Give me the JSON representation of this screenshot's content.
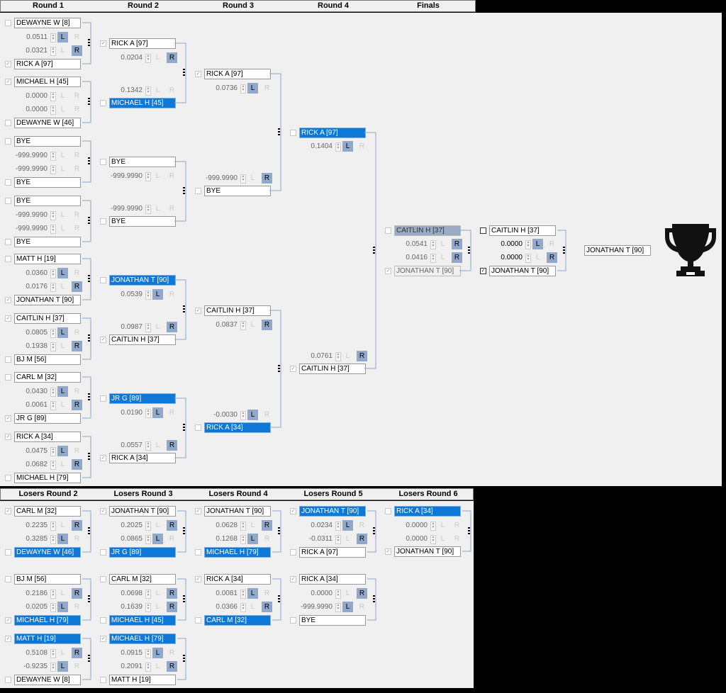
{
  "headers_main": [
    "Round 1",
    "Round 2",
    "Round 3",
    "Round 4",
    "Finals"
  ],
  "headers_losers": [
    "Losers Round 2",
    "Losers Round 3",
    "Losers Round 4",
    "Losers Round 5",
    "Losers Round 6"
  ],
  "champion": "JONATHAN T [90]",
  "trophy_icon": "trophy-icon",
  "colors": {
    "selected": "#0f78d7",
    "button_active": "#8fa8cc",
    "panel": "#f0f0f0"
  },
  "main_bracket": {
    "round1": [
      {
        "top": "DEWAYNE W [8]",
        "bottom": "RICK A [97]",
        "top_score": "0.0511",
        "bottom_score": "0.0321"
      },
      {
        "top": "MICHAEL H [45]",
        "bottom": "DEWAYNE W [46]",
        "top_score": "0.0000",
        "bottom_score": "0.0000"
      },
      {
        "top": "BYE",
        "bottom": "BYE",
        "top_score": "-999.9990",
        "bottom_score": "-999.9990"
      },
      {
        "top": "BYE",
        "bottom": "BYE",
        "top_score": "-999.9990",
        "bottom_score": "-999.9990"
      },
      {
        "top": "MATT H [19]",
        "bottom": "JONATHAN T [90]",
        "top_score": "0.0360",
        "bottom_score": "0.0176"
      },
      {
        "top": "CAITLIN H [37]",
        "bottom": "BJ M [56]",
        "top_score": "0.0805",
        "bottom_score": "0.1938"
      },
      {
        "top": "CARL M [32]",
        "bottom": "JR G [89]",
        "top_score": "0.0430",
        "bottom_score": "0.0061"
      },
      {
        "top": "RICK A [34]",
        "bottom": "MICHAEL H [79]",
        "top_score": "0.0475",
        "bottom_score": "0.0682"
      }
    ],
    "round2": [
      {
        "top": "RICK A [97]",
        "bottom": "MICHAEL H [45]",
        "top_score": "0.0204",
        "bottom_score": "0.1342"
      },
      {
        "top": "BYE",
        "bottom": "BYE",
        "top_score": "-999.9990",
        "bottom_score": "-999.9990"
      },
      {
        "top": "JONATHAN T [90]",
        "bottom": "CAITLIN H [37]",
        "top_score": "0.0539",
        "bottom_score": "0.0987"
      },
      {
        "top": "JR G [89]",
        "bottom": "RICK A [34]",
        "top_score": "0.0190",
        "bottom_score": "0.0557"
      }
    ],
    "round3": [
      {
        "top": "RICK A [97]",
        "bottom": "BYE",
        "top_score": "0.0736",
        "bottom_score": "-999.9990"
      },
      {
        "top": "CAITLIN H [37]",
        "bottom": "RICK A [34]",
        "top_score": "0.0837",
        "bottom_score": "-0.0030"
      }
    ],
    "round4": [
      {
        "top": "RICK A [97]",
        "bottom": "CAITLIN H [37]",
        "top_score": "0.1404",
        "bottom_score": "0.0761"
      }
    ],
    "semifinal": {
      "top": "CAITLIN H [37]",
      "bottom": "JONATHAN T [90]",
      "top_score": "0.0541",
      "bottom_score": "0.0416"
    },
    "final": {
      "top": "CAITLIN H [37]",
      "bottom": "JONATHAN T [90]",
      "top_score": "0.0000",
      "bottom_score": "0.0000"
    }
  },
  "losers_bracket": {
    "lr2": [
      {
        "top": "CARL M [32]",
        "bottom": "DEWAYNE W [46]",
        "top_score": "0.2235",
        "bottom_score": "0.3285"
      },
      {
        "top": "BJ M [56]",
        "bottom": "MICHAEL H [79]",
        "top_score": "0.2186",
        "bottom_score": "0.0205"
      },
      {
        "top": "MATT H [19]",
        "bottom": "DEWAYNE W [8]",
        "top_score": "0.5108",
        "bottom_score": "-0.9235"
      }
    ],
    "lr3": [
      {
        "top": "JONATHAN T [90]",
        "bottom": "JR G [89]",
        "top_score": "0.2025",
        "bottom_score": "0.0865"
      },
      {
        "top": "CARL M [32]",
        "bottom": "MICHAEL H [45]",
        "top_score": "0.0698",
        "bottom_score": "0.1639"
      },
      {
        "top": "MICHAEL H [79]",
        "bottom": "MATT H [19]",
        "top_score": "0.0915",
        "bottom_score": "0.2091"
      }
    ],
    "lr4": [
      {
        "top": "JONATHAN T [90]",
        "bottom": "MICHAEL H [79]",
        "top_score": "0.0628",
        "bottom_score": "0.1268"
      },
      {
        "top": "RICK A [34]",
        "bottom": "CARL M [32]",
        "top_score": "0.0081",
        "bottom_score": "0.0366"
      }
    ],
    "lr5": [
      {
        "top": "JONATHAN T [90]",
        "bottom": "RICK A [97]",
        "top_score": "0.0234",
        "bottom_score": "-0.0311"
      },
      {
        "top": "RICK A [34]",
        "bottom": "BYE",
        "top_score": "0.0000",
        "bottom_score": "-999.9990"
      }
    ],
    "lr6": [
      {
        "top": "RICK A [34]",
        "bottom": "JONATHAN T [90]",
        "top_score": "0.0000",
        "bottom_score": "0.0000"
      }
    ]
  }
}
